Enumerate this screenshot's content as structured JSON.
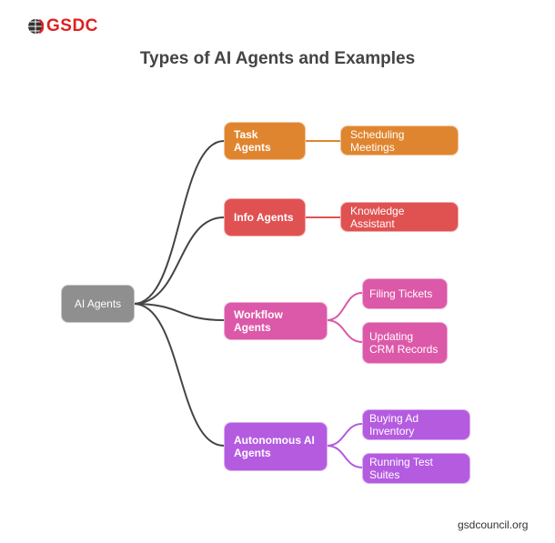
{
  "logo": {
    "text": "GSDC"
  },
  "title": "Types of AI Agents and Examples",
  "root": {
    "label": "AI Agents",
    "color": "#8f8f8f"
  },
  "branches": [
    {
      "label": "Task Agents",
      "color": "#e0852f",
      "children": [
        "Scheduling Meetings"
      ]
    },
    {
      "label": "Info Agents",
      "color": "#e05252",
      "children": [
        "Knowledge Assistant"
      ]
    },
    {
      "label": "Workflow Agents",
      "color": "#dc58a8",
      "children": [
        "Filing Tickets",
        "Updating CRM Records"
      ]
    },
    {
      "label": "Autonomous AI Agents",
      "color": "#b45be0",
      "children": [
        "Buying Ad Inventory",
        "Running Test Suites"
      ]
    }
  ],
  "footer": "gsdcouncil.org"
}
